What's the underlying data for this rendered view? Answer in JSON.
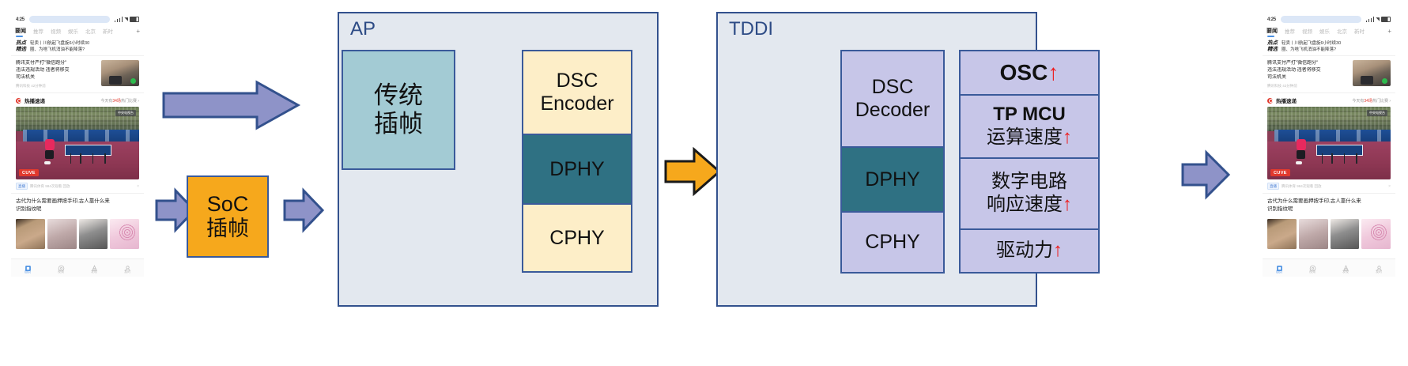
{
  "diagram": {
    "type": "block-flow-diagram",
    "blocks": {
      "ap": {
        "title": "AP",
        "legacy_box": {
          "label_line1": "传统",
          "label_line2": "插帧",
          "fill": "#a3cbd4"
        },
        "stack": [
          {
            "label_line1": "DSC",
            "label_line2": "Encoder",
            "fill": "#fdeec8"
          },
          {
            "label_line1": "DPHY",
            "label_line2": "",
            "fill": "#2f7183"
          },
          {
            "label_line1": "CPHY",
            "label_line2": "",
            "fill": "#fdeec8"
          }
        ]
      },
      "soc": {
        "label_line1": "SoC",
        "label_line2": "插帧",
        "fill": "#f6a81c"
      },
      "tddi": {
        "title": "TDDI",
        "stack": [
          {
            "label_line1": "DSC",
            "label_line2": "Decoder",
            "fill": "#c7c6e8"
          },
          {
            "label_line1": "DPHY",
            "label_line2": "",
            "fill": "#2f7183"
          },
          {
            "label_line1": "CPHY",
            "label_line2": "",
            "fill": "#c7c6e8"
          }
        ],
        "features": [
          {
            "line1": "OSC",
            "line2": "",
            "arrow": "↑",
            "style": "big"
          },
          {
            "line1": "TP MCU",
            "line2": "运算速度",
            "arrow": "↑",
            "style": "normal"
          },
          {
            "line1": "数字电路",
            "line2": "响应速度",
            "arrow": "↑",
            "style": "normal"
          },
          {
            "line1": "驱动力",
            "line2": "",
            "arrow": "↑",
            "style": "normal"
          }
        ]
      }
    },
    "arrows": [
      {
        "name": "phone-to-ap",
        "color": "#8e93c8",
        "border": "#33518d"
      },
      {
        "name": "phone-to-soc",
        "color": "#8e93c8",
        "border": "#33518d"
      },
      {
        "name": "soc-to-ap",
        "color": "#8e93c8",
        "border": "#33518d"
      },
      {
        "name": "ap-to-tddi",
        "color": "#f6a81c",
        "border": "#1a1a1a"
      },
      {
        "name": "tddi-to-phone",
        "color": "#8e93c8",
        "border": "#33518d"
      }
    ],
    "colors": {
      "container_fill": "#e3e8ef",
      "container_border": "#33518d",
      "title_text": "#2d4b85",
      "teal": "#2f7183",
      "cream": "#fdeec8",
      "lavender": "#c7c6e8",
      "orange": "#f6a81c",
      "up_arrow_red": "#ee1c1c"
    }
  },
  "phone": {
    "status": {
      "time": "4:25",
      "wifi": "◥"
    },
    "tabs": [
      "要闻",
      "推荐",
      "视频",
      "娱乐",
      "北京",
      "新时",
      "+"
    ],
    "active_tab": "要闻",
    "hot": {
      "label_line1": "热点",
      "label_line2": "精选",
      "line1": "轻卖丨川航起飞盘旋6小时续30",
      "line2": "圈、为啥飞机消油不能降落?"
    },
    "news": {
      "line1": "腾讯支付严打\"微信跑分\"",
      "line2": "违法违规活动 违者将移交",
      "line3": "司法机关",
      "meta": "腾讯科技  42分钟前"
    },
    "section": {
      "title": "热播速递",
      "right_prefix": "今天有",
      "right_count": "34场",
      "right_suffix": "热门比赛",
      "chevron": "›"
    },
    "hero": {
      "tag": "CUVE",
      "logo": "中央电视台"
    },
    "hero_meta": {
      "chip": "直播",
      "text": "腾讯体育  984次观看  回放",
      "close": "×"
    },
    "article": {
      "line1": "古代为什么需要画押按手印,古人靠什么来",
      "line2": "识别指纹呢"
    },
    "nav": [
      {
        "label": "首页",
        "icon": "home-icon",
        "active": true
      },
      {
        "label": "视频",
        "icon": "video-icon",
        "active": false
      },
      {
        "label": "发现",
        "icon": "discover-icon",
        "active": false
      },
      {
        "label": "我的",
        "icon": "profile-icon",
        "active": false
      }
    ]
  }
}
